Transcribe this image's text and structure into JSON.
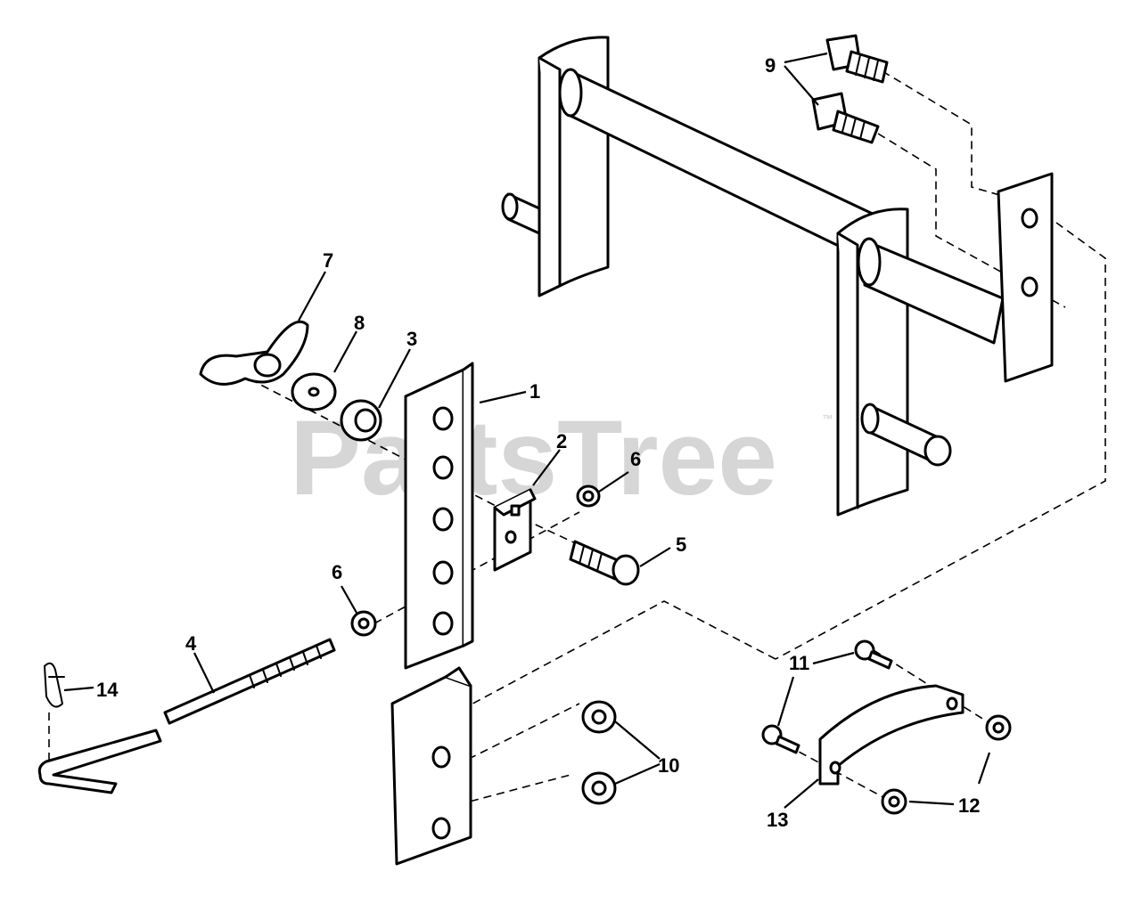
{
  "watermark": {
    "text": "PartsTree",
    "trademark": "™"
  },
  "callouts": [
    "1",
    "2",
    "3",
    "4",
    "5",
    "6",
    "6",
    "7",
    "8",
    "9",
    "10",
    "11",
    "12",
    "13",
    "14"
  ]
}
